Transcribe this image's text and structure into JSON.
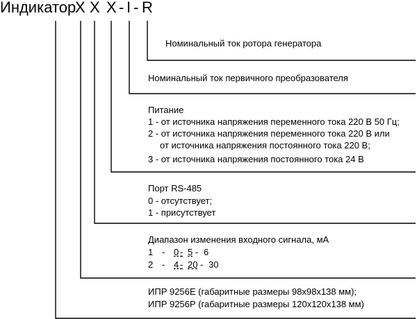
{
  "code": {
    "prefix": "Индикатор",
    "x1": "X",
    "x2": "X",
    "x3": "X",
    "dash1": "-",
    "i": "I",
    "dash2": "-",
    "r": "R"
  },
  "branches": {
    "rotor_current": "Номинальный ток ротора генератора",
    "primary_current": "Номинальный ток первичного преобразователя",
    "power": {
      "title": "Питание",
      "lines": [
        "1 - от источника напряжения переменного тока 220 В 50 Гц;",
        "2 - от источника напряжения переменного тока 220 В или",
        "от источника напряжения постоянного тока 220 В;",
        "3 - от источника напряжения постоянного тока 24 В"
      ]
    },
    "port": {
      "title": "Порт RS-485",
      "lines": [
        "0 - отсутствует;",
        "1 - присутствует"
      ]
    },
    "range": {
      "title": "Диапазон изменения входного сигнала, мА",
      "rows": [
        {
          "n": "1",
          "sep1": "-",
          "a": "0",
          "sep2": "-",
          "b": "5",
          "sep3": "-",
          "c": "6"
        },
        {
          "n": "2",
          "sep1": "-",
          "a": "4",
          "sep2": "-",
          "b": "20",
          "sep3": "-",
          "c": "30"
        }
      ]
    },
    "model": {
      "lines": [
        "ИПР 9256Е (габаритные размеры 98х98х138 мм);",
        "ИПР 9256Р (габаритные размеры 120х120х138 мм)"
      ]
    }
  }
}
